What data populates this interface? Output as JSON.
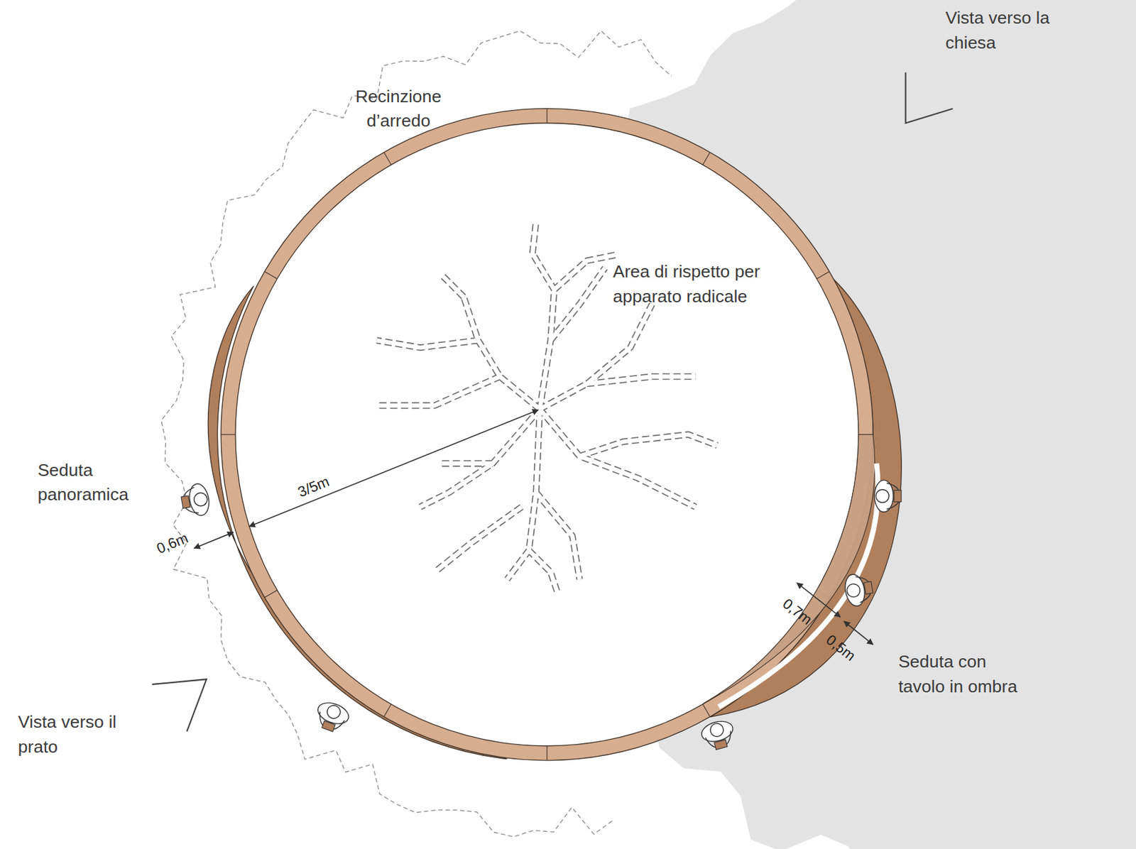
{
  "diagram": {
    "nodes": [
      {
        "text": [
          "Area di rispetto per apparato radicale"
        ]
      }
    ],
    "labels": [
      "Vista verso la chiesa",
      "Recinzione d’arredo",
      "Seduta panoramica",
      "3/5m",
      "0,6m",
      "0,7m",
      "0,5m",
      "Seduta con tavolo in ombra",
      "Vista verso il prato"
    ]
  }
}
